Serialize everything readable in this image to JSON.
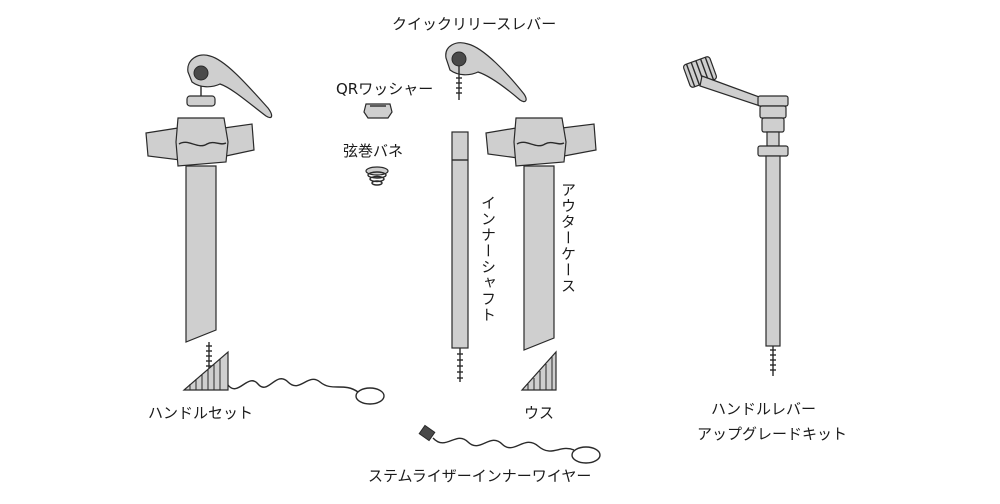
{
  "labels": {
    "quick_release_lever": "クイックリリースレバー",
    "qr_washer": "QRワッシャー",
    "coil_spring": "弦巻バネ",
    "inner_shaft": "インナーシャフト",
    "outer_case": "アウターケース",
    "handle_set": "ハンドルセット",
    "base": "ウス",
    "upgrade_kit_line1": "ハンドルレバー",
    "upgrade_kit_line2": "アップグレードキット",
    "stem_riser_wire": "ステムライザーインナーワイヤー"
  }
}
